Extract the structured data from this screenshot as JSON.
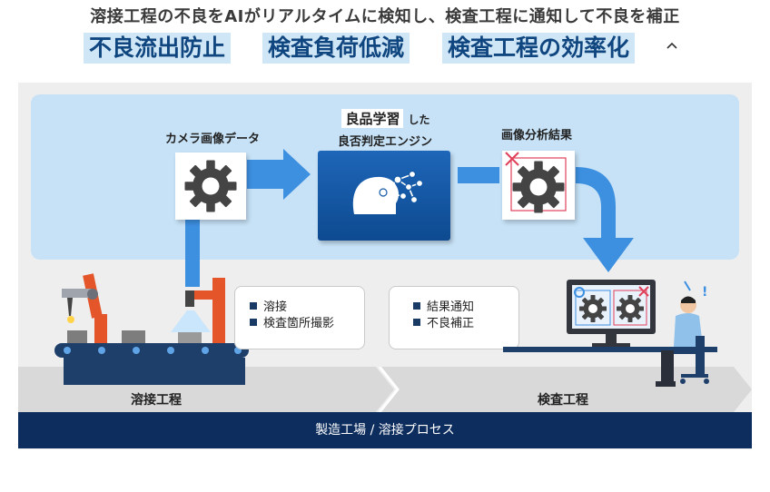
{
  "header": {
    "headline": "溶接工程の不良をAIがリアルタイムに検知し、検査工程に通知して不良を補正",
    "keywords": [
      "不良流出防止",
      "検査負荷低減",
      "検査工程の効率化"
    ],
    "chevron": "^"
  },
  "flow": {
    "camera_label": "カメラ画像データ",
    "engine_label_bold": "良品学習",
    "engine_label_small": "した",
    "engine_label_line2": "良否判定エンジン",
    "result_label": "画像分析結果"
  },
  "bubbles": {
    "welding": [
      "溶接",
      "検査箇所撮影"
    ],
    "inspection": [
      "結果通知",
      "不良補正"
    ]
  },
  "process": {
    "left": "溶接工程",
    "right": "検査工程"
  },
  "footer": "製造工場 / 溶接プロセス",
  "colors": {
    "keyword_bg": "#cfe6f7",
    "keyword_text": "#10467f",
    "panel_bg": "#c7e2f7",
    "arrow": "#3d8fe0",
    "engine": "#1459a6",
    "footer_bg": "#0d2d5e",
    "robot": "#e4562a",
    "defect_mark": "#e0405a"
  },
  "icons": {
    "camera_gear": "gear-icon",
    "engine": "ai-brain-icon",
    "result_gear": "defect-gear-icon",
    "robot": "robot-arm-icon",
    "conveyor": "conveyor-icon",
    "worker": "worker-icon"
  }
}
